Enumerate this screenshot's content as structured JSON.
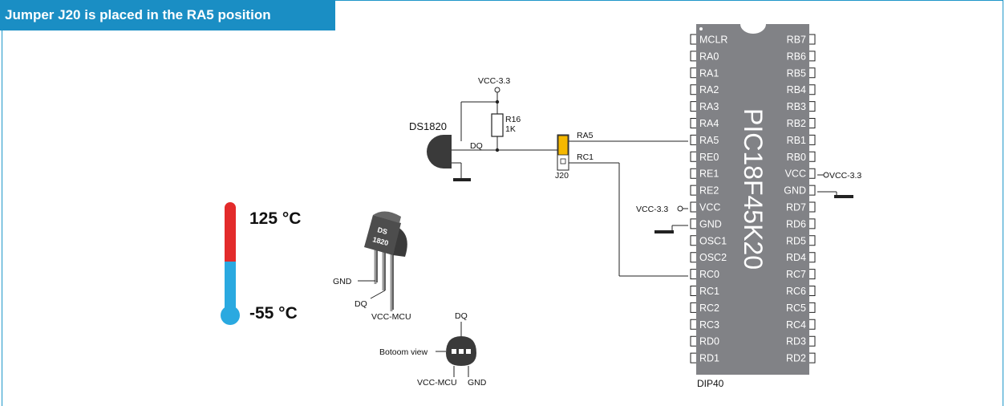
{
  "banner": {
    "title": "Jumper J20 is placed in the RA5 position"
  },
  "thermometer": {
    "max_label": "125 °C",
    "min_label": "-55 °C"
  },
  "schematic": {
    "vcc_top": "VCC-3.3",
    "resistor_name": "R16",
    "resistor_value": "1K",
    "sensor_name": "DS1820",
    "dq_label": "DQ",
    "net_ra5": "RA5",
    "net_rc1": "RC1",
    "jumper_name": "J20",
    "vcc_left": "VCC-3.3",
    "vcc_right": "VCC-3.3"
  },
  "chip": {
    "name": "PIC18F45K20",
    "package": "DIP40",
    "left_pins": [
      "MCLR",
      "RA0",
      "RA1",
      "RA2",
      "RA3",
      "RA4",
      "RA5",
      "RE0",
      "RE1",
      "RE2",
      "VCC",
      "GND",
      "OSC1",
      "OSC2",
      "RC0",
      "RC1",
      "RC2",
      "RC3",
      "RD0",
      "RD1"
    ],
    "right_pins": [
      "RB7",
      "RB6",
      "RB5",
      "RB4",
      "RB3",
      "RB2",
      "RB1",
      "RB0",
      "VCC",
      "GND",
      "RD7",
      "RD6",
      "RD5",
      "RD4",
      "RC7",
      "RC6",
      "RC5",
      "RC4",
      "RD3",
      "RD2"
    ]
  },
  "package_view": {
    "chip_text_line1": "DS",
    "chip_text_line2": "1820",
    "gnd": "GND",
    "dq": "DQ",
    "vcc_mcu": "VCC-MCU"
  },
  "bottom_view": {
    "label": "Botoom view",
    "dq": "DQ",
    "vcc_mcu": "VCC-MCU",
    "gnd": "GND"
  },
  "colors": {
    "accent": "#1a8ec4",
    "chip_body": "#818286",
    "thermo_hot": "#e32b2b",
    "thermo_cold": "#2aa9e0",
    "jumper": "#f5b800"
  }
}
